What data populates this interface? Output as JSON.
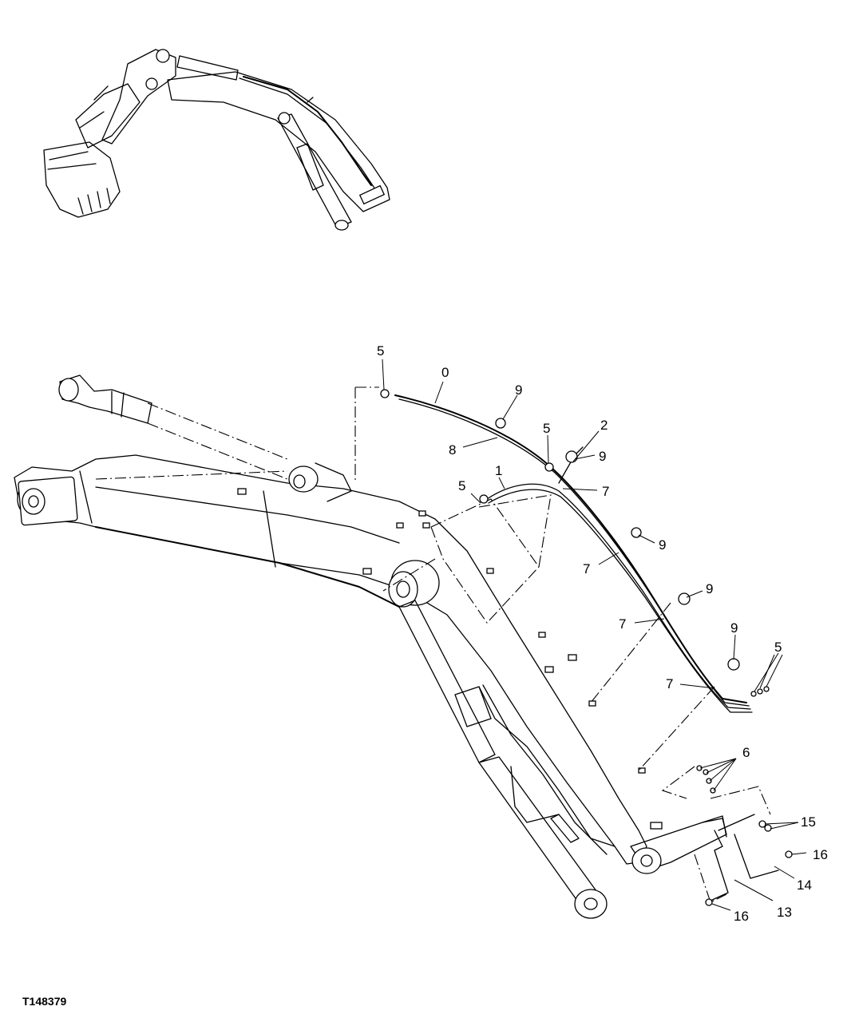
{
  "figure_id": "T148379",
  "callouts": [
    {
      "id": "c-5a",
      "label": "5"
    },
    {
      "id": "c-0",
      "label": "0"
    },
    {
      "id": "c-9a",
      "label": "9"
    },
    {
      "id": "c-8",
      "label": "8"
    },
    {
      "id": "c-5b",
      "label": "5"
    },
    {
      "id": "c-2",
      "label": "2"
    },
    {
      "id": "c-9b",
      "label": "9"
    },
    {
      "id": "c-1",
      "label": "1"
    },
    {
      "id": "c-5c",
      "label": "5"
    },
    {
      "id": "c-7a",
      "label": "7"
    },
    {
      "id": "c-9c",
      "label": "9"
    },
    {
      "id": "c-7b",
      "label": "7"
    },
    {
      "id": "c-9d",
      "label": "9"
    },
    {
      "id": "c-7c",
      "label": "7"
    },
    {
      "id": "c-9e",
      "label": "9"
    },
    {
      "id": "c-5d",
      "label": "5"
    },
    {
      "id": "c-7d",
      "label": "7"
    },
    {
      "id": "c-6",
      "label": "6"
    },
    {
      "id": "c-15",
      "label": "15"
    },
    {
      "id": "c-16a",
      "label": "16"
    },
    {
      "id": "c-14",
      "label": "14"
    },
    {
      "id": "c-13",
      "label": "13"
    },
    {
      "id": "c-16b",
      "label": "16"
    }
  ]
}
